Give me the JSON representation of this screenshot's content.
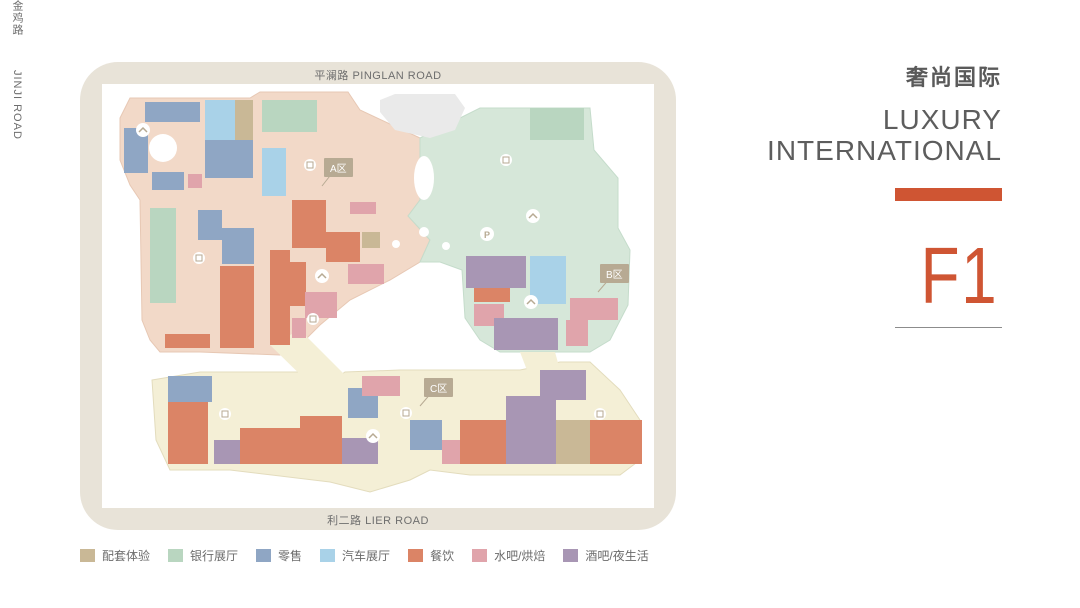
{
  "header": {
    "title_cn": "奢尚国际",
    "title_en_line1": "LUXURY",
    "title_en_line2": "INTERNATIONAL",
    "floor": "F1",
    "accent_color": "#cf5533"
  },
  "roads": {
    "top": "平澜路 PINGLAN ROAD",
    "bottom": "利二路 LIER ROAD",
    "left_cn": "金鸡路",
    "left_en": "JINJI ROAD"
  },
  "zones": {
    "a": "A区",
    "b": "B区",
    "c": "C区"
  },
  "map_icons": {
    "escalator": "escalator-icon",
    "elevator": "elevator-icon",
    "parking": "parking-icon",
    "parking_letter": "P"
  },
  "legend": [
    {
      "label": "配套体验",
      "color": "#c9b896"
    },
    {
      "label": "银行展厅",
      "color": "#b9d6c0"
    },
    {
      "label": "零售",
      "color": "#8fa6c4"
    },
    {
      "label": "汽车展厅",
      "color": "#a9d2e8"
    },
    {
      "label": "餐饮",
      "color": "#db8466"
    },
    {
      "label": "水吧/烘焙",
      "color": "#e0a4ab"
    },
    {
      "label": "酒吧/夜生活",
      "color": "#a896b4"
    }
  ],
  "colors": {
    "outer_frame": "#e8e3d8",
    "a_zone_floor": "#f2d9c8",
    "b_zone_floor": "#d6e7d9",
    "c_zone_floor": "#f4efd6",
    "amenity": "#c9b896",
    "bank": "#b9d6c0",
    "retail": "#8fa6c4",
    "car": "#a9d2e8",
    "dining": "#db8466",
    "bakery": "#e0a4ab",
    "bar": "#a896b4"
  }
}
